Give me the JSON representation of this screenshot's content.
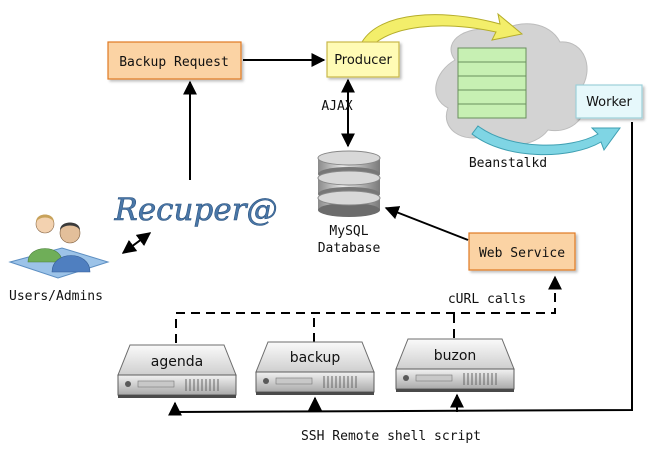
{
  "nodes": {
    "backup_request": "Backup Request",
    "producer": "Producer",
    "beanstalkd": "Beanstalkd",
    "worker": "Worker",
    "mysql_line1": "MySQL",
    "mysql_line2": "Database",
    "web_service": "Web Service",
    "recupera_logo": "Recuper@",
    "users_admins": "Users/Admins"
  },
  "servers": [
    "agenda",
    "backup",
    "buzon"
  ],
  "edge_labels": {
    "ajax": "AJAX",
    "curl": "cURL calls",
    "ssh": "SSH Remote shell script"
  },
  "colors": {
    "orange_fill": "#fbd3a4",
    "orange_border": "#e07a22",
    "yellow_fill": "#fffbb5",
    "yellow_border": "#c8b84a",
    "queue_green": "#c7f0b3",
    "cloud_gray": "#d3d3d3",
    "worker_fill": "#e6f8fb",
    "arrow_teal": "#7fd5e4",
    "arrow_yellow": "#f3ee6a",
    "logo_blue": "#4a77a8"
  }
}
